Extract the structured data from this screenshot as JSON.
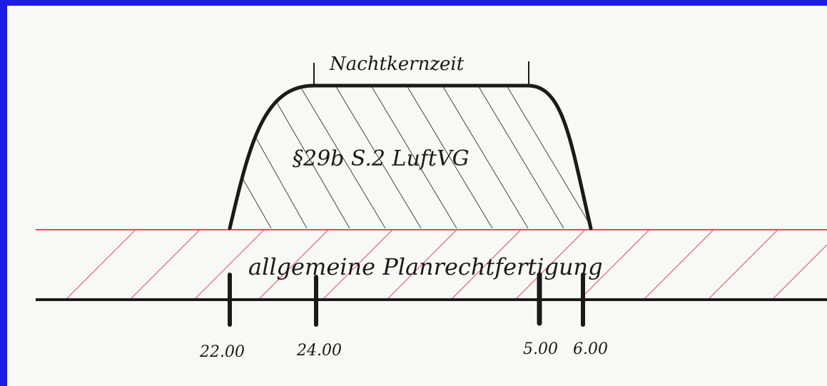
{
  "diagram": {
    "top_label": "Nachtkernzeit",
    "inner_label": "§29b S.2 LuftVG",
    "band_label": "allgemeine Planrechtfertigung",
    "ticks": [
      "22.00",
      "24.00",
      "5.00",
      "6.00"
    ]
  },
  "colors": {
    "background": "#1c1ce6",
    "paper": "#f8f8f6",
    "ink": "#1a1a1a",
    "red": "#e0505a"
  }
}
